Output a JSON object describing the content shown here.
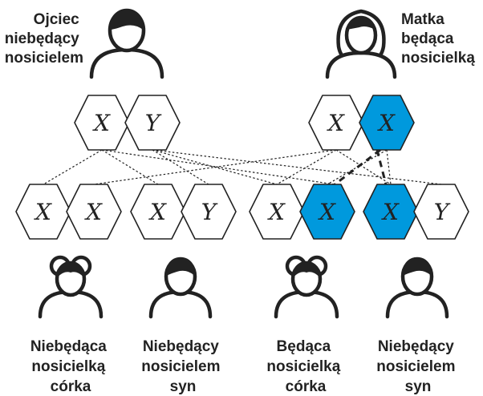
{
  "colors": {
    "carrier": "#0099DD",
    "outline": "#222222",
    "plain": "#FFFFFF"
  },
  "parents": {
    "father": {
      "icon": "male-person-icon",
      "label_lines": [
        "Ojciec",
        "niebędący",
        "nosicielem"
      ],
      "chromosomes": [
        {
          "symbol": "X",
          "carrier": false
        },
        {
          "symbol": "Y",
          "carrier": false
        }
      ]
    },
    "mother": {
      "icon": "female-person-icon",
      "label_lines": [
        "Matka",
        "będąca",
        "nosicielką"
      ],
      "chromosomes": [
        {
          "symbol": "X",
          "carrier": false
        },
        {
          "symbol": "X",
          "carrier": true
        }
      ]
    }
  },
  "children": [
    {
      "icon": "girl-person-icon",
      "label_lines": [
        "Niebędąca",
        "nosicielką",
        "córka"
      ],
      "chromosomes": [
        {
          "symbol": "X",
          "carrier": false
        },
        {
          "symbol": "X",
          "carrier": false
        }
      ]
    },
    {
      "icon": "boy-person-icon",
      "label_lines": [
        "Niebędący",
        "nosicielem",
        "syn"
      ],
      "chromosomes": [
        {
          "symbol": "X",
          "carrier": false
        },
        {
          "symbol": "Y",
          "carrier": false
        }
      ]
    },
    {
      "icon": "girl-person-icon",
      "label_lines": [
        "Będąca",
        "nosicielką",
        "córka"
      ],
      "chromosomes": [
        {
          "symbol": "X",
          "carrier": false
        },
        {
          "symbol": "X",
          "carrier": true
        }
      ]
    },
    {
      "icon": "boy-person-icon",
      "label_lines": [
        "Niebędący",
        "nosicielem",
        "syn"
      ],
      "chromosomes": [
        {
          "symbol": "X",
          "carrier": true
        },
        {
          "symbol": "Y",
          "carrier": false
        }
      ]
    }
  ]
}
